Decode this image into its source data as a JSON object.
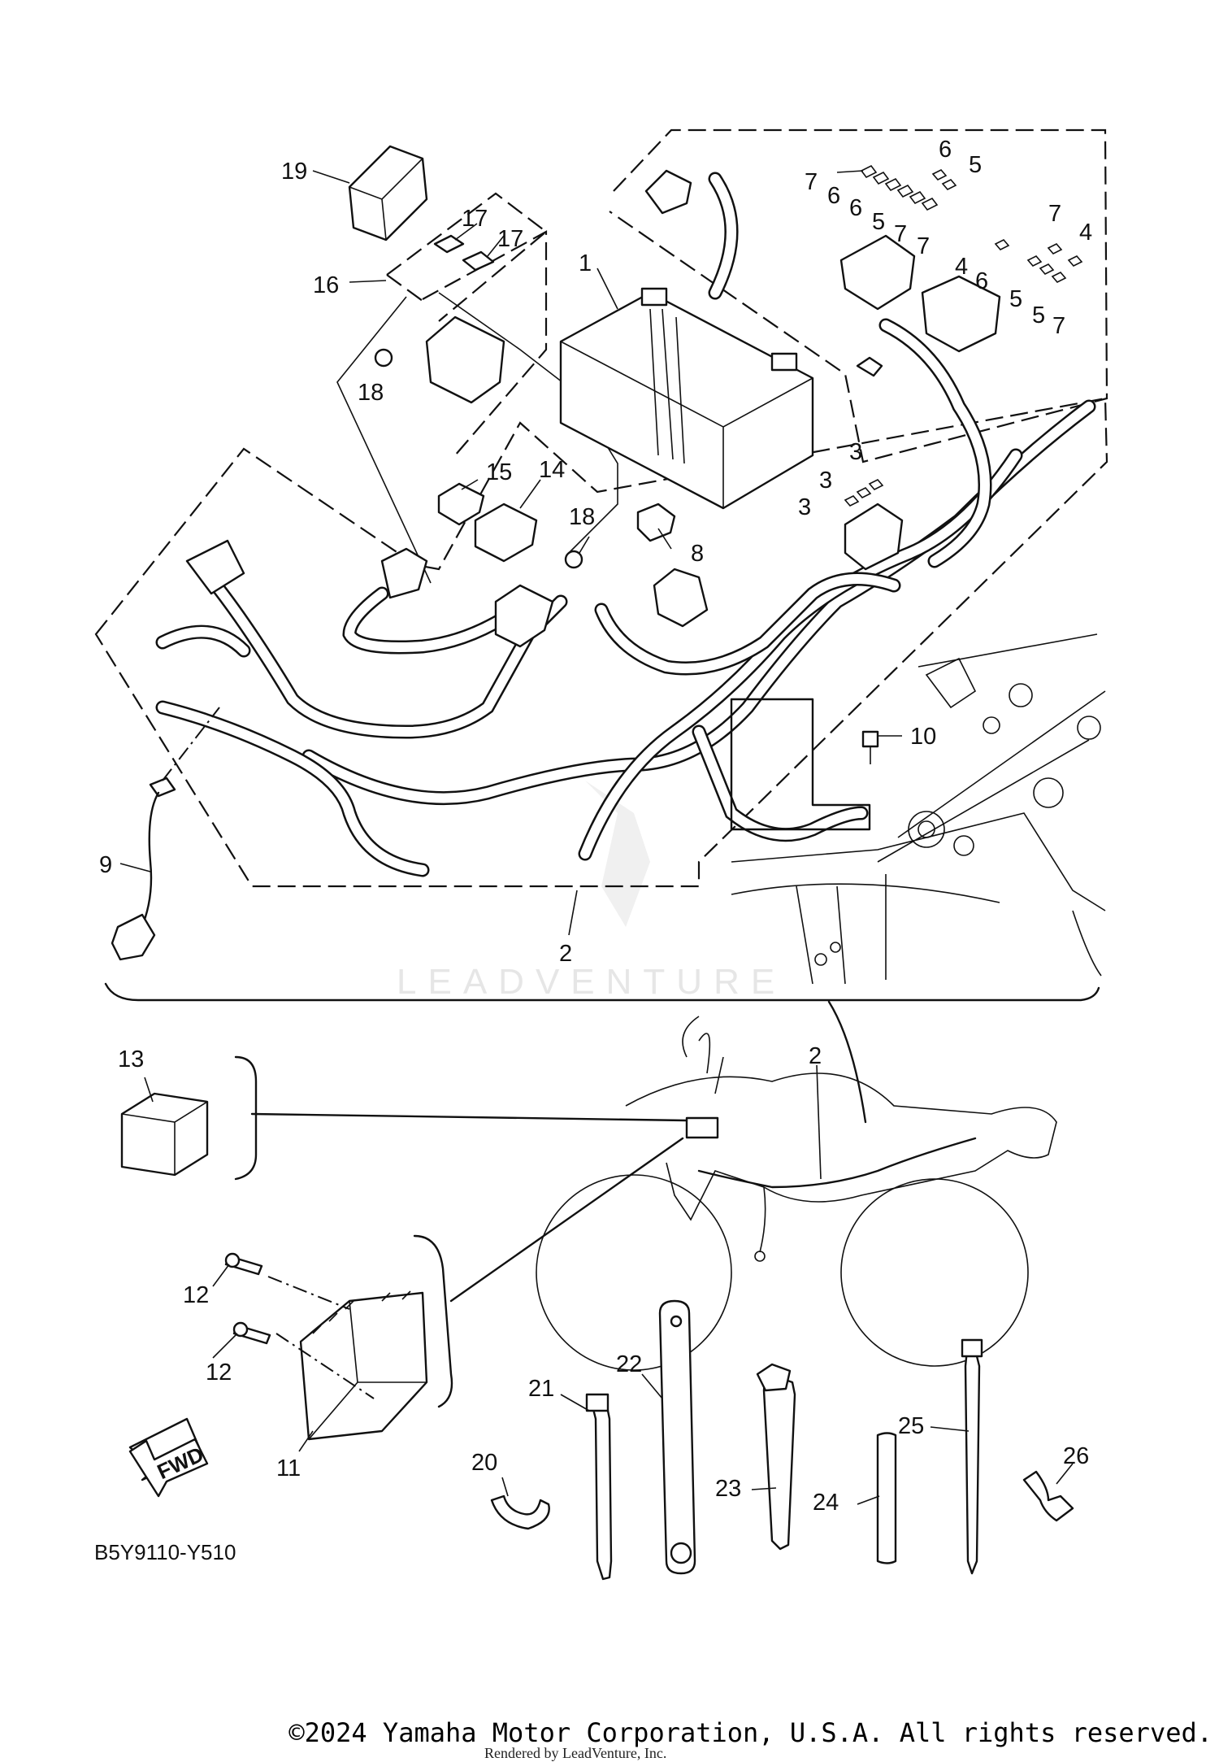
{
  "diagram": {
    "callouts": {
      "c1": "1",
      "c2a": "2",
      "c2b": "2",
      "c3a": "3",
      "c3b": "3",
      "c3c": "3",
      "c4a": "4",
      "c4b": "4",
      "c5a": "5",
      "c5b": "5",
      "c5c": "5",
      "c5d": "5",
      "c6a": "6",
      "c6b": "6",
      "c6c": "6",
      "c6d": "6",
      "c7a": "7",
      "c7b": "7",
      "c7c": "7",
      "c7d": "7",
      "c7e": "7",
      "c8": "8",
      "c9": "9",
      "c10": "10",
      "c11": "11",
      "c12a": "12",
      "c12b": "12",
      "c13": "13",
      "c14": "14",
      "c15": "15",
      "c16": "16",
      "c17a": "17",
      "c17b": "17",
      "c18a": "18",
      "c18b": "18",
      "c19": "19",
      "c20": "20",
      "c21": "21",
      "c22": "22",
      "c23": "23",
      "c24": "24",
      "c25": "25",
      "c26": "26"
    },
    "fwd_label": "FWD",
    "diagram_code": "B5Y9110-Y510",
    "watermark": "LEADVENTURE"
  },
  "footer": {
    "copyright": "©2024 Yamaha Motor Corporation, U.S.A. All rights reserved.",
    "rendered_by": "Rendered by LeadVenture, Inc."
  }
}
